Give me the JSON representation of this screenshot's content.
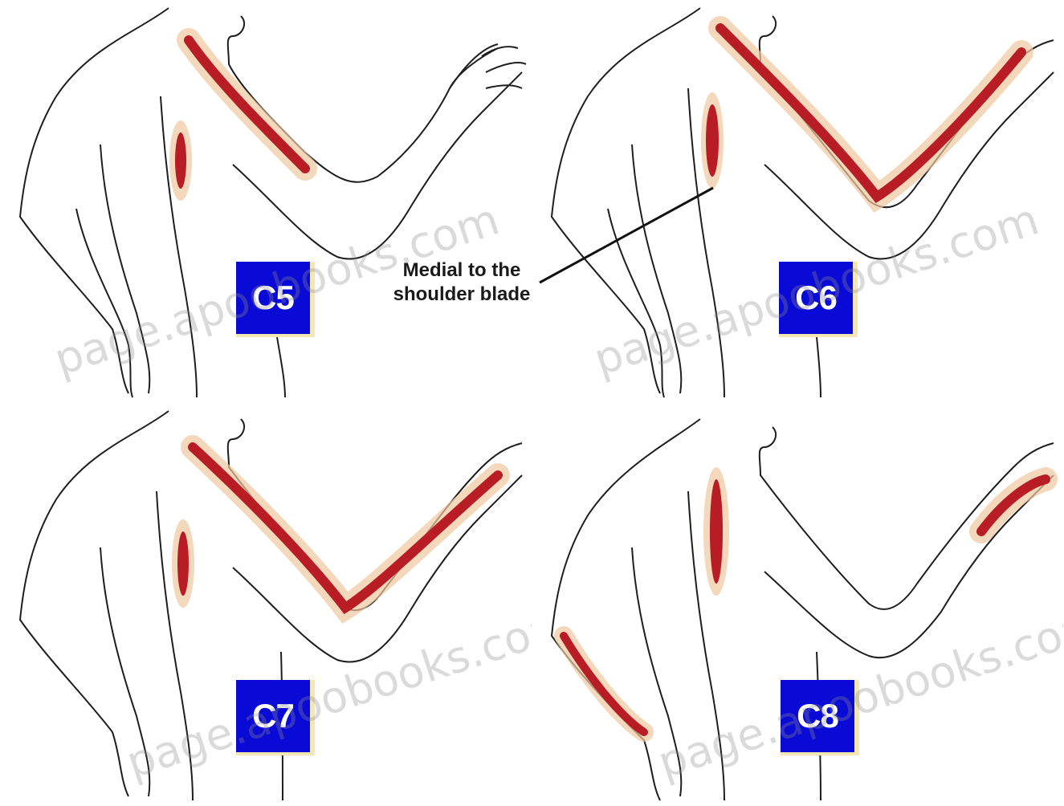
{
  "colors": {
    "label_box": "#0a0ad6",
    "outline": "#1e1e1e",
    "dermatome_red": "#b81c24",
    "dermatome_glow": "#f0c8a0"
  },
  "panels": [
    {
      "label": "C5"
    },
    {
      "label": "C6"
    },
    {
      "label": "C7"
    },
    {
      "label": "C8"
    }
  ],
  "callout": {
    "text": "Medial to the shoulder blade"
  },
  "watermarks": [
    {
      "text": "page.apoobooks.com"
    },
    {
      "text": "page.apoobooks.com"
    },
    {
      "text": "page.apoobooks.com"
    },
    {
      "text": "page.apoobooks.com"
    }
  ]
}
